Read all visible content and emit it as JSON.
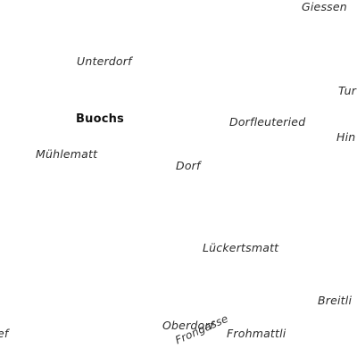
{
  "map": {
    "labels": {
      "giessen": "Giessen",
      "unterdorf": "Unterdorf",
      "tur": "Tur",
      "buochs": "Buochs",
      "dorfleuteried": "Dorfleuteried",
      "hin": "Hin",
      "muehlematt": "Mühlematt",
      "dorf": "Dorf",
      "lueckertsmatt": "Lückertsmatt",
      "breitli": "Breitli",
      "oberdorf": "Oberdorf",
      "ef": "ef",
      "frongasse": "Frongasse",
      "frohmattli": "Frohmattli"
    },
    "colors": {
      "background": "#ffffff",
      "label_text": "#2b2b2b",
      "major_label_text": "#111111"
    }
  }
}
